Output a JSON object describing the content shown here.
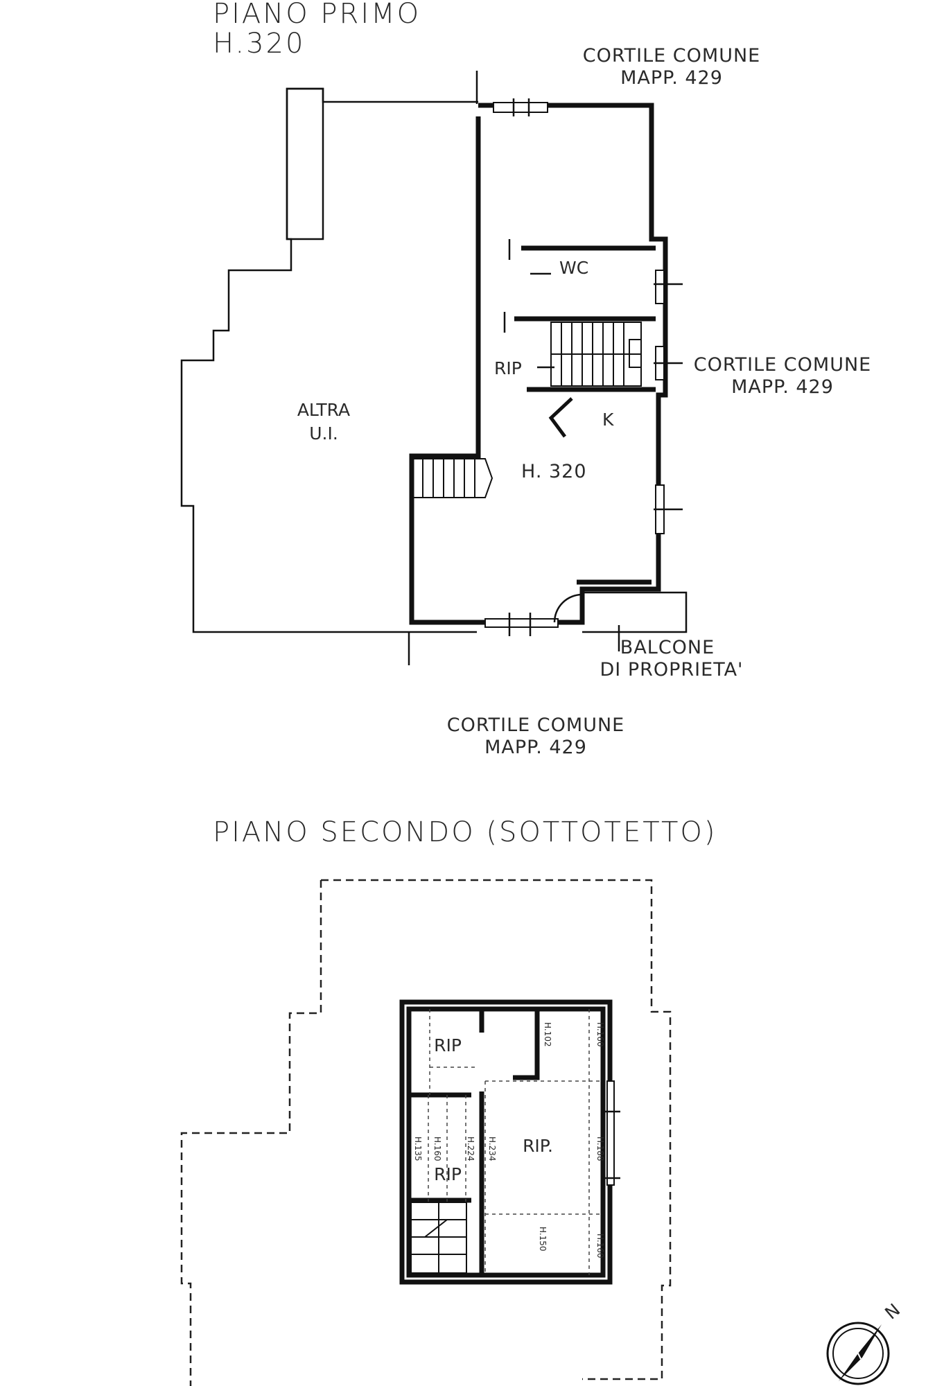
{
  "floor1": {
    "title_line1": "PIANO PRIMO",
    "title_line2": "H.320",
    "courtyard_top": {
      "line1": "CORTILE COMUNE",
      "line2": "MAPP. 429"
    },
    "courtyard_right": {
      "line1": "CORTILE COMUNE",
      "line2": "MAPP. 429"
    },
    "courtyard_bottom": {
      "line1": "CORTILE COMUNE",
      "line2": "MAPP. 429"
    },
    "other_unit": {
      "line1": "ALTRA",
      "line2": "U.I."
    },
    "wc": "WC",
    "rip": "RIP",
    "kitchen": "K",
    "height": "H. 320",
    "balcony": {
      "line1": "BALCONE",
      "line2": "DI PROPRIETA'"
    }
  },
  "floor2": {
    "title": "PIANO SECONDO (SOTTOTETTO)",
    "rip_top": "RIP",
    "rip_left": "RIP",
    "rip_main": "RIP.",
    "heights": {
      "h102": "H.102",
      "h160_top": "H.160",
      "h135": "H.135",
      "h160_left": "H.160",
      "h224": "H.224",
      "h234": "H.234",
      "h188": "H.188",
      "h150": "H.150",
      "h160_bottom": "H.160"
    }
  },
  "compass": {
    "north": "N"
  }
}
